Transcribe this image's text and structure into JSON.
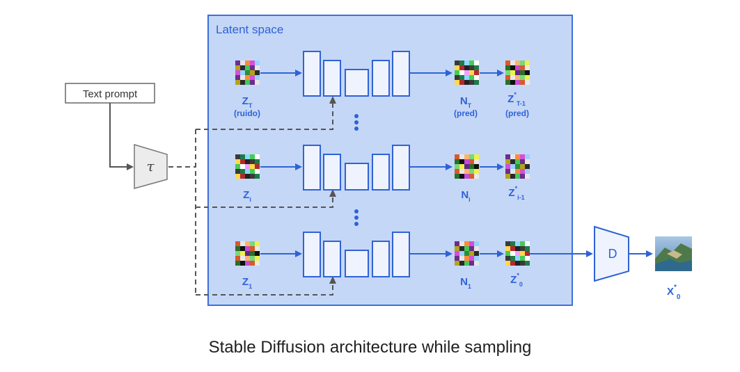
{
  "diagram": {
    "latent_space_title": "Latent space",
    "text_prompt": "Text prompt",
    "encoder_symbol": "τ",
    "decoder_symbol": "D",
    "ellipsis_glyph": "⋮",
    "rows": [
      {
        "input_main": "Z",
        "input_sub": "T",
        "input_note": "(ruido)",
        "pred_main": "N",
        "pred_sub": "T",
        "pred_note": "(pred)",
        "out_main": "Z",
        "out_sup": "*",
        "out_sub": "T-1",
        "out_note": "(pred)"
      },
      {
        "input_main": "Z",
        "input_sub": "i",
        "input_note": "",
        "pred_main": "N",
        "pred_sub": "i",
        "pred_note": "",
        "out_main": "Z",
        "out_sup": "*",
        "out_sub": "i-1",
        "out_note": ""
      },
      {
        "input_main": "Z",
        "input_sub": "1",
        "input_note": "",
        "pred_main": "N",
        "pred_sub": "1",
        "pred_note": "",
        "out_main": "Z",
        "out_sup": "*",
        "out_sub": "0",
        "out_note": ""
      }
    ],
    "output": {
      "main": "X",
      "sup": "*",
      "sub": "0"
    }
  },
  "caption": "Stable Diffusion architecture while sampling",
  "colors": {
    "panel_fill": "#c5d7f7",
    "panel_border": "#3c6fd8",
    "block_fill": "#eef3fd",
    "accent": "#2f62d6",
    "dashed": "#555555",
    "gray_shape": "#ececec"
  }
}
